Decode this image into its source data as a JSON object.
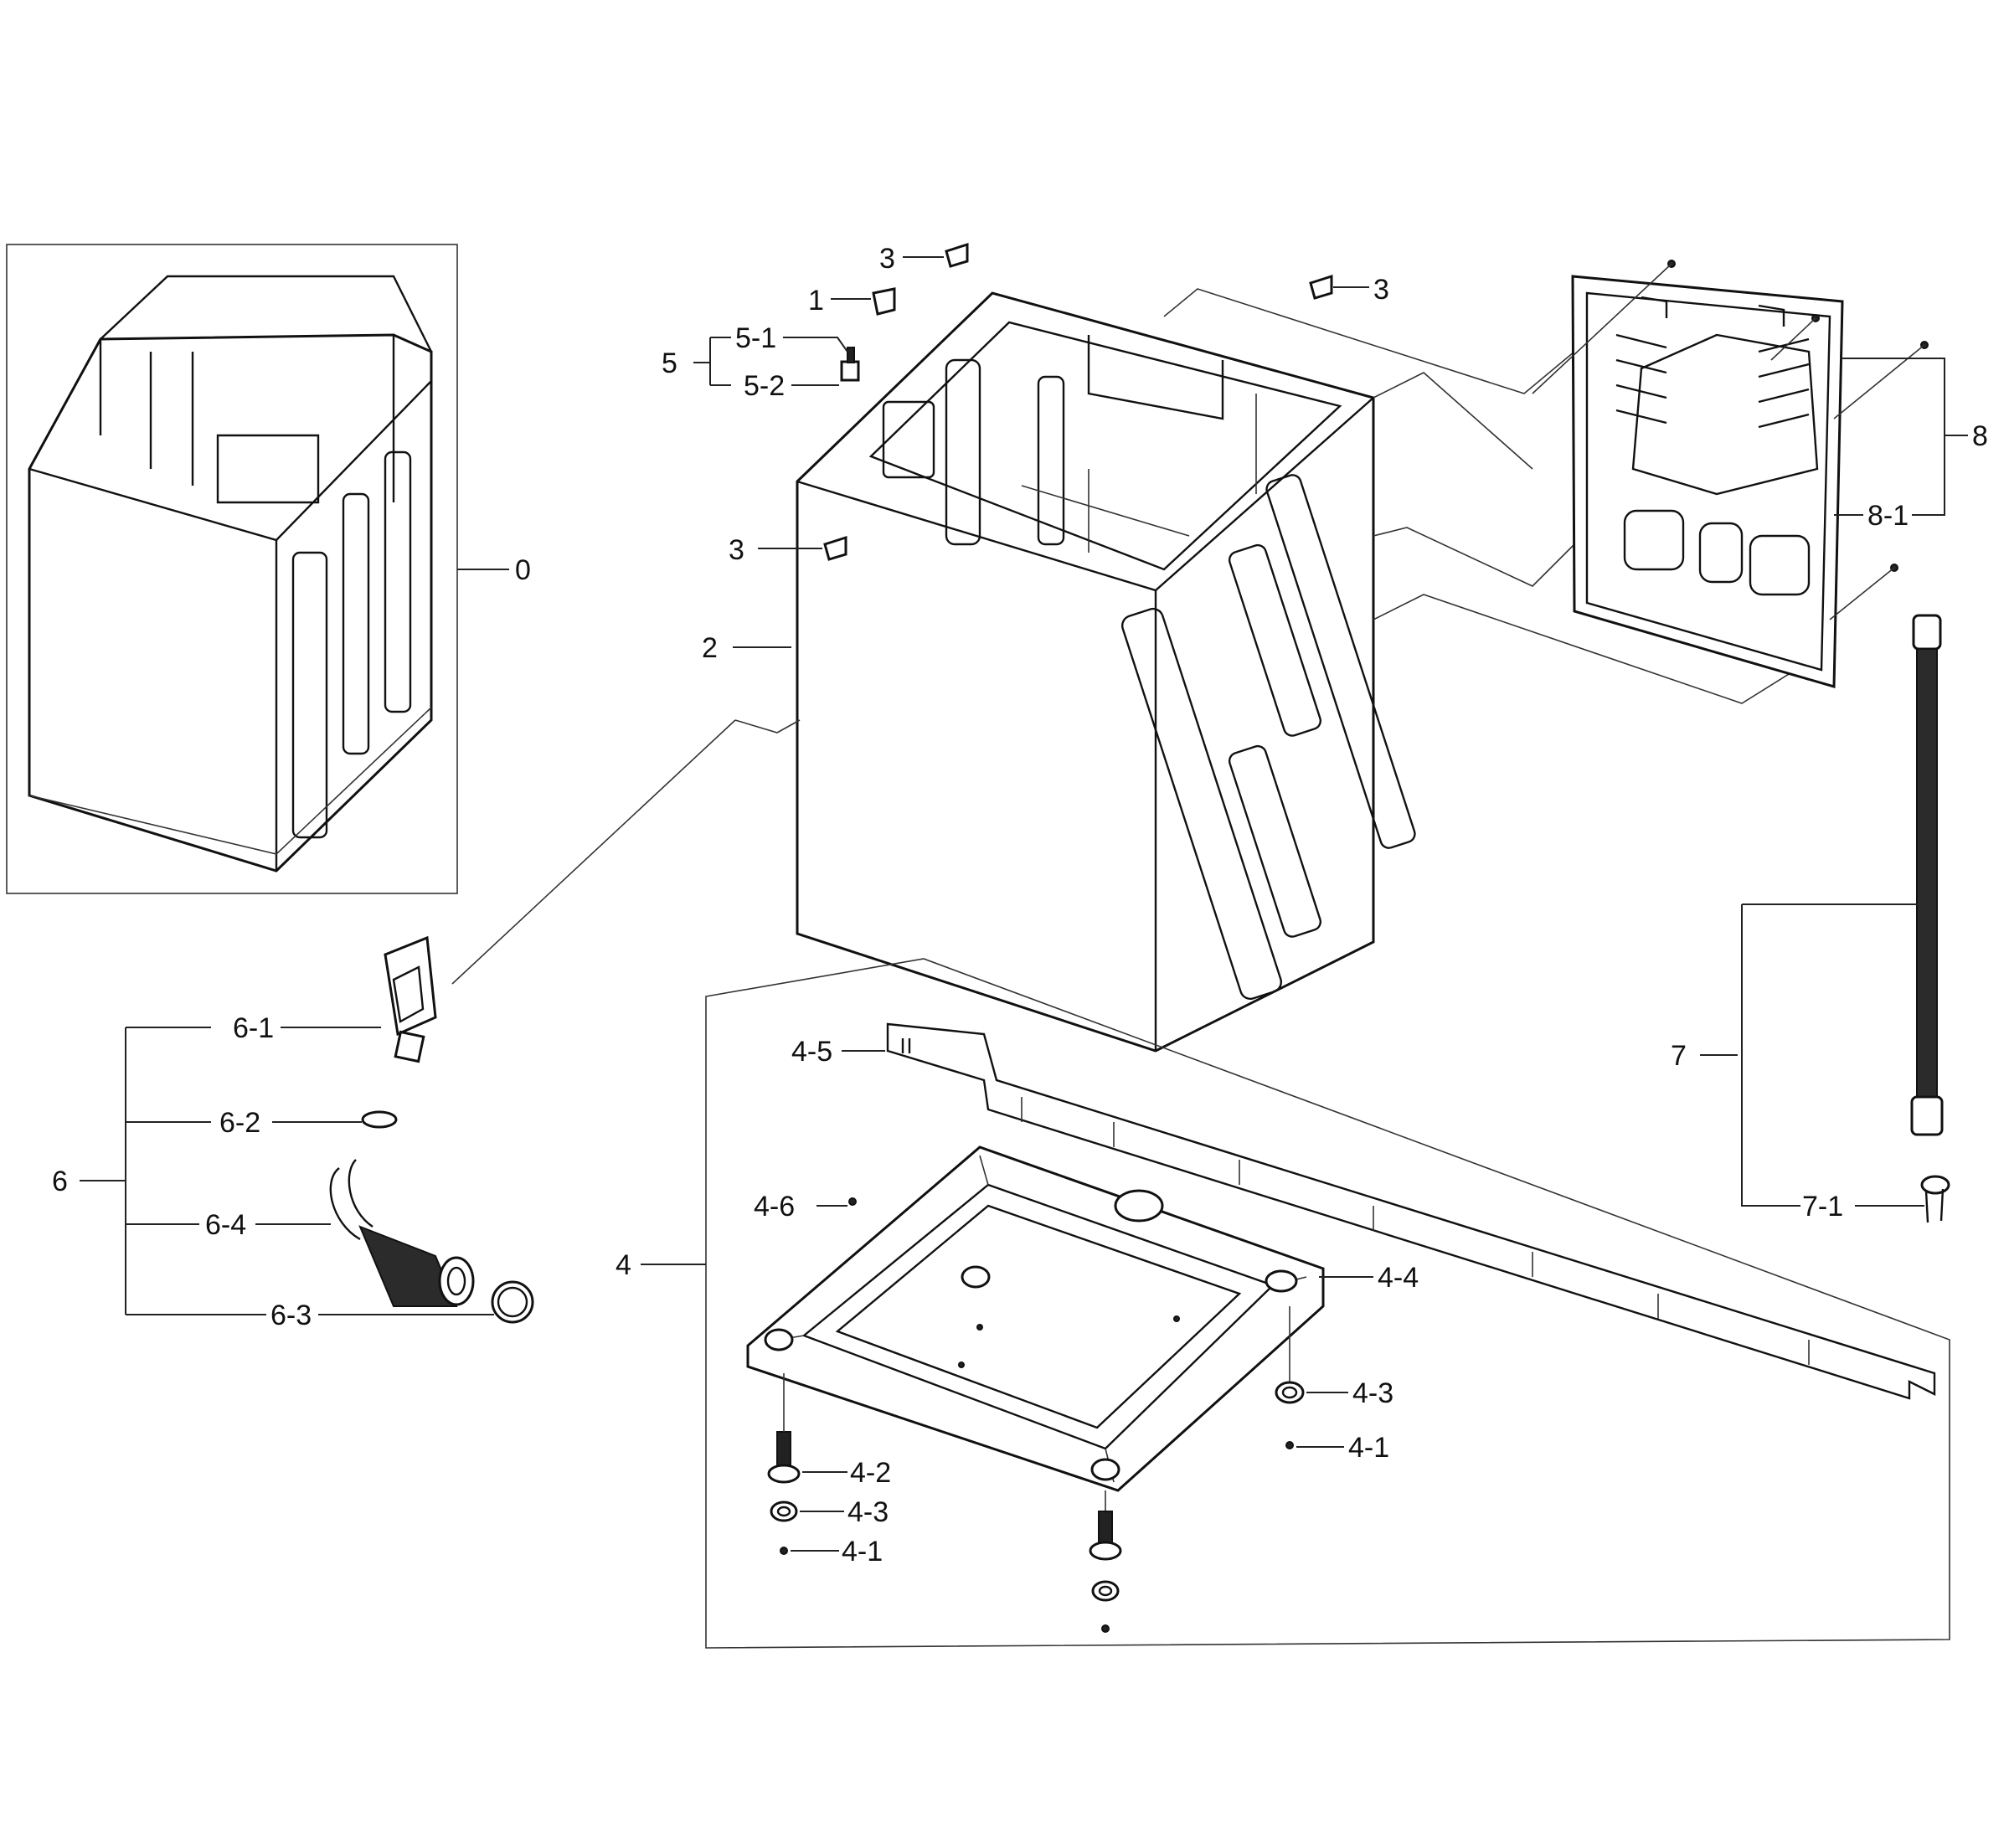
{
  "labels": {
    "l0": "0",
    "l1": "1",
    "l2": "2",
    "l3a": "3",
    "l3b": "3",
    "l3c": "3",
    "l4": "4",
    "l4_1a": "4-1",
    "l4_1b": "4-1",
    "l4_2": "4-2",
    "l4_3a": "4-3",
    "l4_3b": "4-3",
    "l4_4": "4-4",
    "l4_5": "4-5",
    "l4_6": "4-6",
    "l5": "5",
    "l5_1": "5-1",
    "l5_2": "5-2",
    "l6": "6",
    "l6_1": "6-1",
    "l6_2": "6-2",
    "l6_3": "6-3",
    "l6_4": "6-4",
    "l7": "7",
    "l7_1": "7-1",
    "l8": "8",
    "l8_1": "8-1"
  }
}
